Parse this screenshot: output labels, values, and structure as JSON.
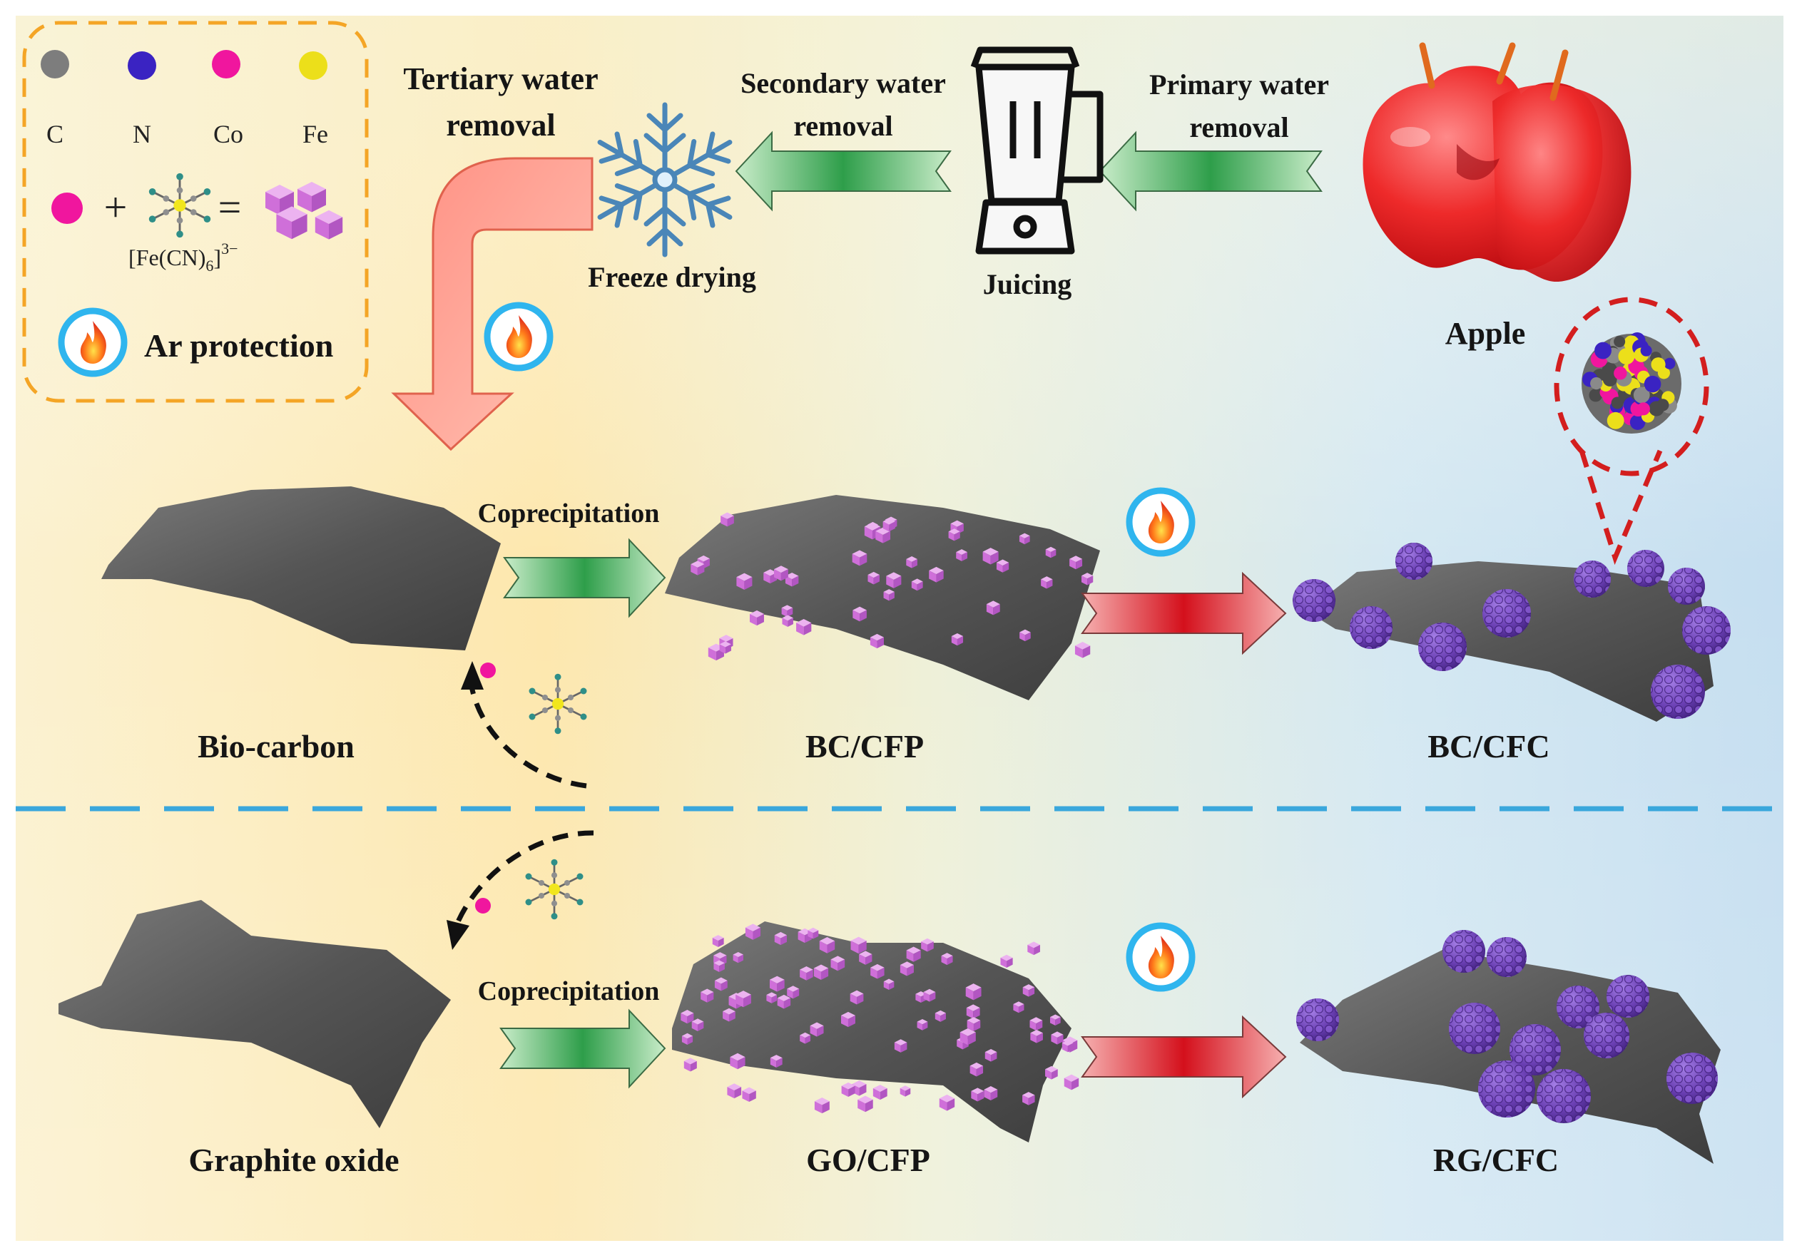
{
  "legend": {
    "elements": [
      {
        "symbol": "C",
        "color": "#7d7d7d"
      },
      {
        "symbol": "N",
        "color": "#3a23c2"
      },
      {
        "symbol": "Co",
        "color": "#f0169e"
      },
      {
        "symbol": "Fe",
        "color": "#ecdf1a"
      }
    ],
    "equation": {
      "plus": "+",
      "equals": "=",
      "complex_formula": "[Fe(CN)6]3−",
      "formula_main": "[Fe(CN)",
      "formula_sub": "6",
      "formula_close": "]",
      "formula_sup": "3−"
    },
    "ar_protection": "Ar protection"
  },
  "top_process": {
    "apple": "Apple",
    "primary": [
      "Primary water",
      "removal"
    ],
    "juicing": "Juicing",
    "secondary": [
      "Secondary water",
      "removal"
    ],
    "freeze_drying": "Freeze drying",
    "tertiary": [
      "Tertiary water",
      "removal"
    ]
  },
  "row_biocarbon": {
    "start": "Bio-carbon",
    "step": "Coprecipitation",
    "intermediate": "BC/CFP",
    "product": "BC/CFC"
  },
  "row_graphite": {
    "start": "Graphite oxide",
    "step": "Coprecipitation",
    "intermediate": "GO/CFP",
    "product": "RG/CFC"
  },
  "colors": {
    "cube": "#d77de0",
    "sphere": "#6a3fb3",
    "sheet": "#5a5a5a",
    "divider": "#3aa7dc",
    "legend_border": "#f4a526",
    "ring": "#2fb5ee"
  },
  "icons": [
    "snowflake-icon",
    "blender-icon",
    "flame-icon",
    "apple-icon",
    "prussian-complex-icon"
  ]
}
